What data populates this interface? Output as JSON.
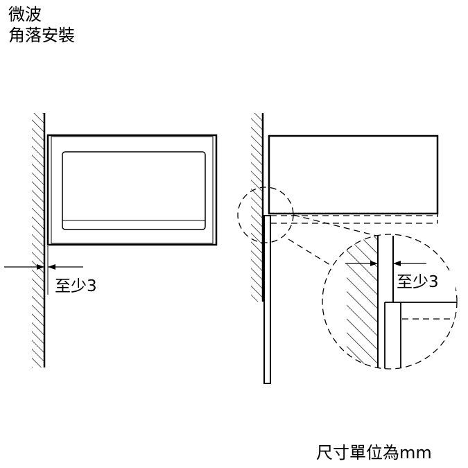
{
  "title": {
    "line1": "微波",
    "line2": "角落安裝"
  },
  "left_view": {
    "clearance_label": "至少3"
  },
  "right_view": {
    "clearance_label": "至少3"
  },
  "unit_note": "尺寸單位為mm"
}
